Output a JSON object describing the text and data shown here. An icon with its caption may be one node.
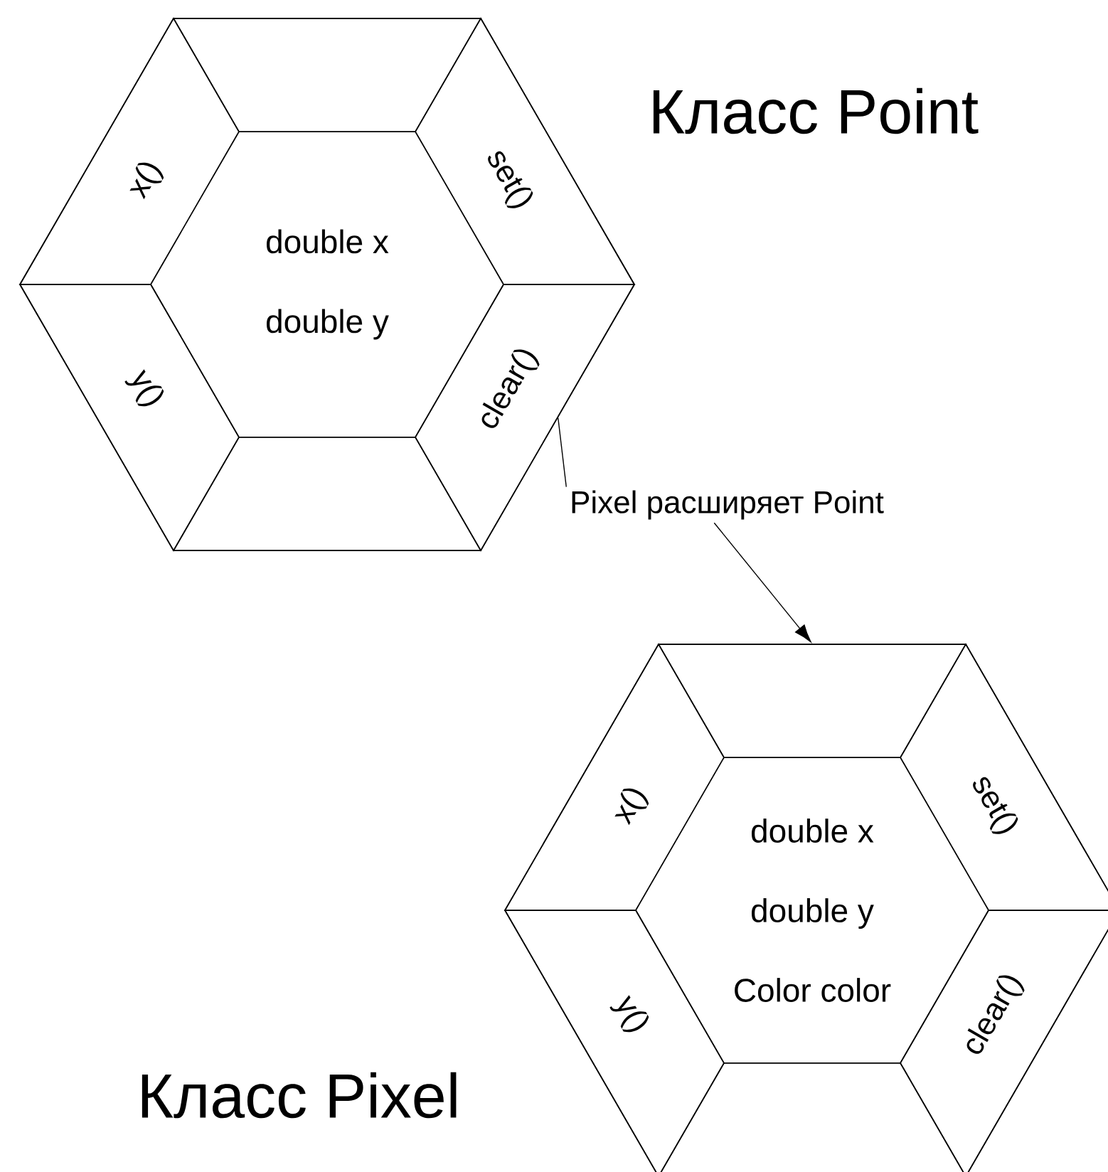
{
  "diagram": {
    "nodes": [
      {
        "text": [
          "Класс Point"
        ]
      },
      {
        "text": [],
        "shape": "trapezoid",
        "in": 0
      },
      {
        "text": [
          "x()"
        ],
        "in": 0
      },
      {
        "text": [
          "set()"
        ],
        "in": 0
      },
      {
        "text": [
          "double x",
          "double y"
        ],
        "in": 0
      },
      {
        "text": [
          "y()"
        ],
        "in": 0
      },
      {
        "text": [
          "clear()"
        ],
        "in": 0
      },
      {
        "text": [],
        "shape": "trapezoid",
        "in": 0
      },
      {
        "text": [
          "Pixel расширяет Point"
        ]
      },
      {
        "text": [
          "Класс Pixel"
        ]
      },
      {
        "text": [],
        "shape": "trapezoid",
        "in": 9
      },
      {
        "text": [
          "x()"
        ],
        "in": 9
      },
      {
        "text": [
          "set()"
        ],
        "in": 9
      },
      {
        "text": [
          "double x",
          "double y",
          "Color color"
        ],
        "in": 9
      },
      {
        "text": [
          "y()"
        ],
        "in": 9
      },
      {
        "text": [
          "clear()"
        ],
        "in": 9
      },
      {
        "text": [],
        "shape": "trapezoid",
        "in": 9
      }
    ],
    "edges": [
      {
        "from": 0,
        "to": 8,
        "arrow": "none"
      },
      {
        "from": 8,
        "to": 9,
        "arrow": "to"
      }
    ]
  }
}
